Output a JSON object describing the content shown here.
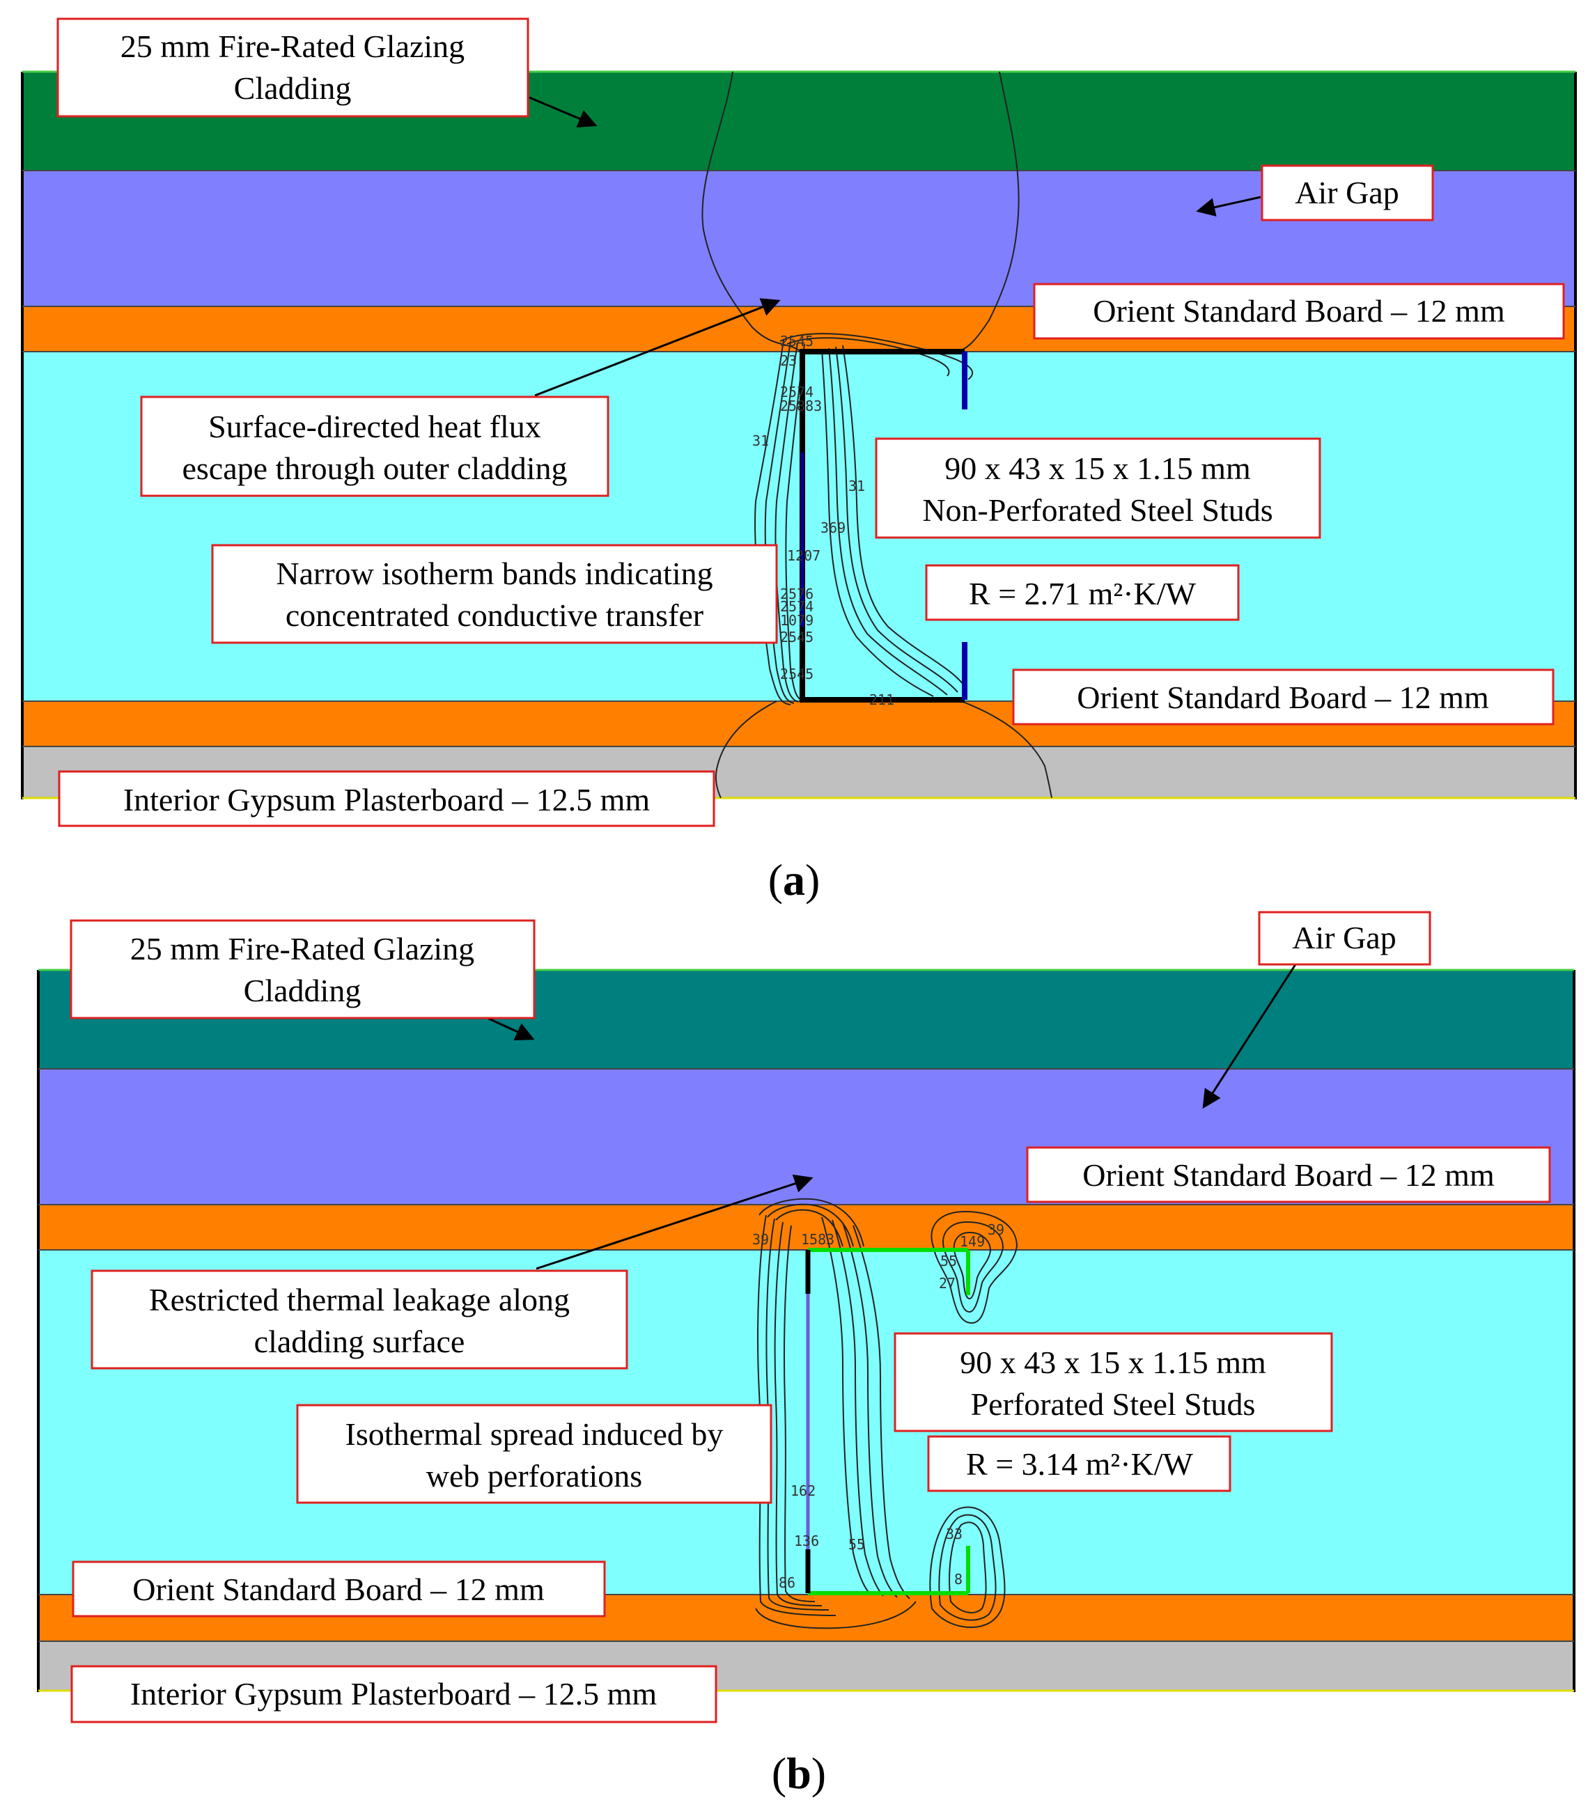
{
  "colors": {
    "cladding_a": "#007f3a",
    "cladding_b": "#007f7f",
    "air_gap": "#8080ff",
    "osb": "#ff8000",
    "cavity": "#80ffff",
    "gypsum": "#c0c0c0",
    "stud_a": "#0000aa",
    "stud_b": "#00dd00",
    "label_border": "#e02020"
  },
  "panels": [
    {
      "letter_open": "(",
      "letter": "a",
      "letter_close": ")",
      "labels": {
        "cladding_line1": "25 mm Fire-Rated Glazing",
        "cladding_line2": "Cladding",
        "air_gap": "Air Gap",
        "osb_top": "Orient Standard Board – 12 mm",
        "flux_line1": "Surface-directed heat flux",
        "flux_line2": "escape through outer cladding",
        "stud_line1": "90 x 43 x 15 x 1.15 mm",
        "stud_line2": "Non-Perforated Steel Studs",
        "r_value": "R = 2.71 m²·K/W",
        "bands_line1": "Narrow isotherm bands indicating",
        "bands_line2": "concentrated conductive transfer",
        "osb_bottom": "Orient Standard Board – 12 mm",
        "gypsum": "Interior Gypsum Plasterboard – 12.5 mm"
      },
      "contour_values": [
        "2545",
        "23",
        "2574",
        "25883",
        "31",
        "31",
        "369",
        "1207",
        "2576",
        "2574",
        "1079",
        "2545",
        "2545",
        "211"
      ]
    },
    {
      "letter_open": "(",
      "letter": "b",
      "letter_close": ")",
      "labels": {
        "cladding_line1": "25 mm Fire-Rated Glazing",
        "cladding_line2": "Cladding",
        "air_gap": "Air Gap",
        "osb_top": "Orient Standard Board – 12 mm",
        "flux_line1": "Restricted thermal leakage along",
        "flux_line2": "cladding surface",
        "stud_line1": "90 x 43 x 15 x 1.15 mm",
        "stud_line2": "Perforated Steel Studs",
        "r_value": "R = 3.14 m²·K/W",
        "bands_line1": "Isothermal spread induced by",
        "bands_line2": "web perforations",
        "osb_bottom": "Orient Standard Board – 12 mm",
        "gypsum": "Interior Gypsum Plasterboard – 12.5 mm"
      },
      "contour_values": [
        "39",
        "1583",
        "39",
        "149",
        "55",
        "27",
        "162",
        "136",
        "55",
        "86",
        "33",
        "8"
      ]
    }
  ]
}
